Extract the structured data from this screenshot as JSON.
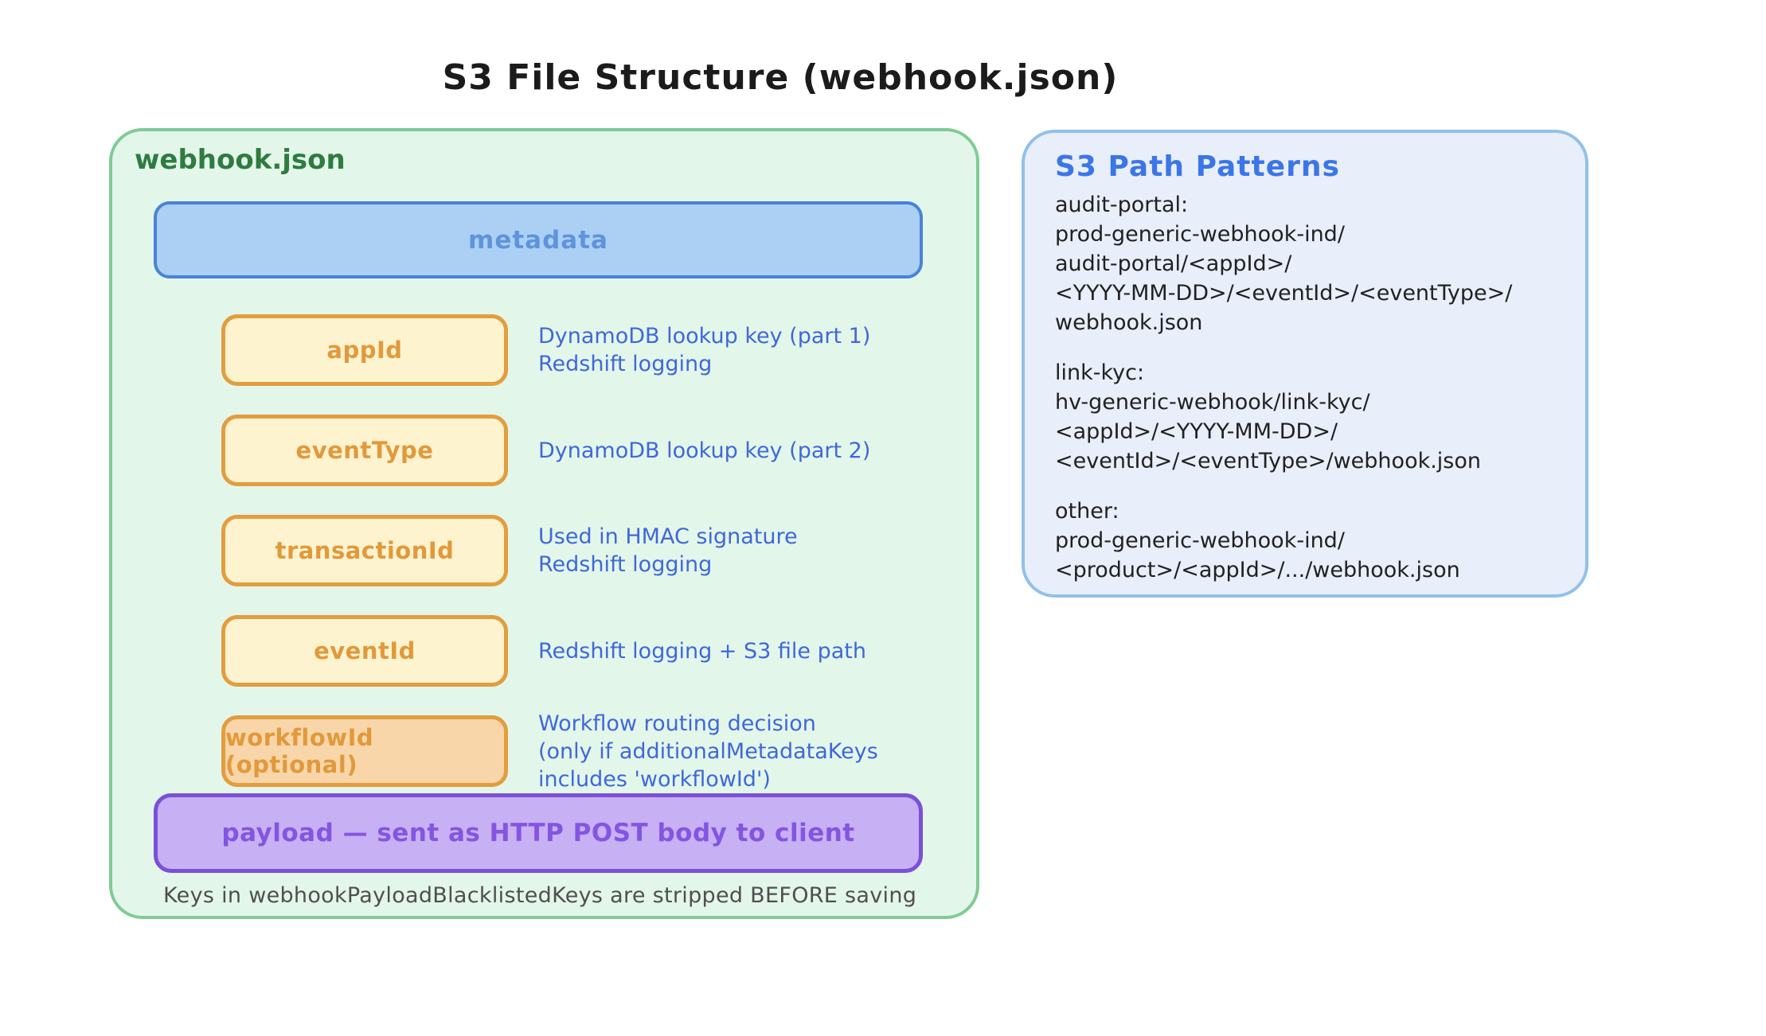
{
  "title": "S3 File Structure (webhook.json)",
  "colors": {
    "green_border": "#7fcb96",
    "green_bg": "#e3f6ea",
    "green_text": "#2f7b40",
    "metadata_bg": "#abd0f4",
    "metadata_border": "#4a82d9",
    "orange_border": "#e29d3e",
    "orange_bg": "#fdf3cf",
    "orange_optional_bg": "#f8d6a9",
    "annotation_blue": "#3f68d8",
    "payload_bg": "#c7b0f3",
    "payload_border": "#7a50d8",
    "panel_bg": "#e9eefb",
    "panel_border": "#90c1ea",
    "panel_title_blue": "#3b76e8"
  },
  "webhook_box": {
    "label": "webhook.json",
    "metadata_label": "metadata",
    "fields": [
      {
        "name": "appId",
        "annotation": "DynamoDB lookup key (part 1)\nRedshift logging",
        "variant": "default"
      },
      {
        "name": "eventType",
        "annotation": "DynamoDB lookup key (part 2)",
        "variant": "default"
      },
      {
        "name": "transactionId",
        "annotation": "Used in HMAC signature\nRedshift logging",
        "variant": "default"
      },
      {
        "name": "eventId",
        "annotation": "Redshift logging + S3 file path",
        "variant": "default"
      },
      {
        "name": "workflowId (optional)",
        "annotation": "Workflow routing decision\n(only if additionalMetadataKeys\nincludes 'workflowId')",
        "variant": "optional"
      }
    ],
    "payload_label": "payload — sent as HTTP POST body to client",
    "footnote": "Keys in webhookPayloadBlacklistedKeys are stripped BEFORE saving"
  },
  "path_patterns": {
    "title": "S3 Path Patterns",
    "patterns": [
      {
        "label": "audit-portal:",
        "lines": [
          "prod-generic-webhook-ind/",
          "audit-portal/<appId>/",
          "<YYYY-MM-DD>/<eventId>/<eventType>/",
          "webhook.json"
        ]
      },
      {
        "label": "link-kyc:",
        "lines": [
          "hv-generic-webhook/link-kyc/",
          "<appId>/<YYYY-MM-DD>/",
          "<eventId>/<eventType>/webhook.json"
        ]
      },
      {
        "label": "other:",
        "lines": [
          "prod-generic-webhook-ind/",
          "<product>/<appId>/.../webhook.json"
        ]
      }
    ]
  }
}
